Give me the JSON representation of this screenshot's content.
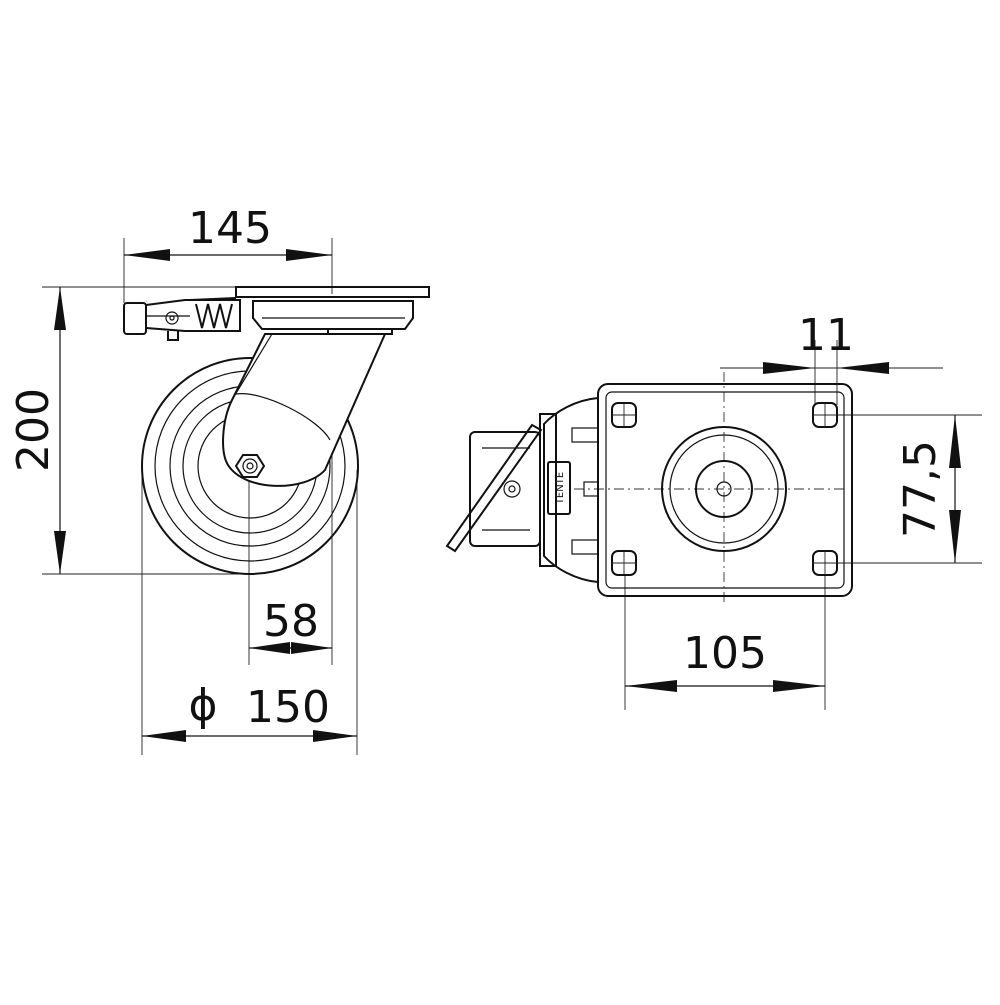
{
  "dimensions": {
    "width_145": "145",
    "height_200": "200",
    "width_58": "58",
    "diameter_symbol": "ϕ",
    "diameter_150": "150",
    "hole_11": "11",
    "pitch_77_5": "77,5",
    "pitch_105": "105"
  },
  "label": "TENTE"
}
